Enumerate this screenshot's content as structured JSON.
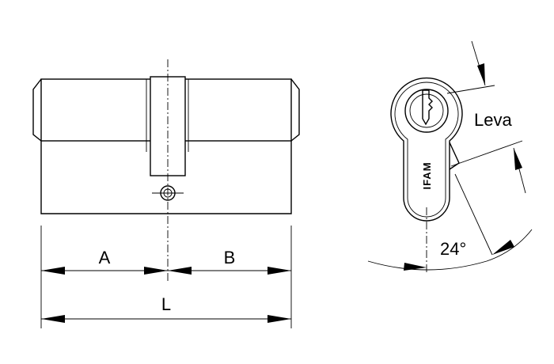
{
  "dimensions": {
    "a": "A",
    "b": "B",
    "l": "L",
    "cam": "Leva",
    "angle": "24°"
  },
  "brand": "IFAM"
}
